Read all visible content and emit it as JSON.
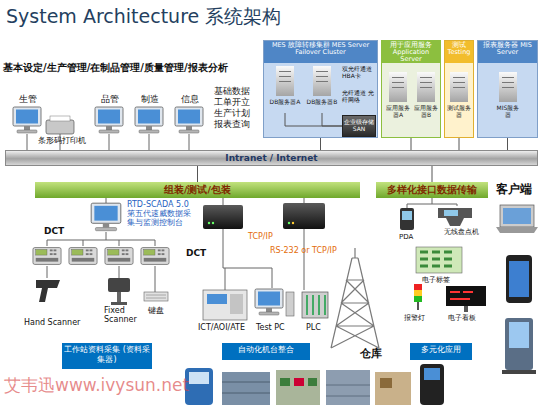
{
  "diagram": {
    "title": "System Architecture 系统架构",
    "nodes": [
      {
        "text": [
          "MES 故障转移集群 MES Server Failover Cluster"
        ]
      },
      {
        "text": [
          "DB服务器A"
        ],
        "in": 0
      },
      {
        "text": [
          "DB服务器B"
        ],
        "in": 0
      },
      {
        "text": [
          "企业级存储 SAN"
        ],
        "in": 0
      },
      {
        "text": [
          "用于应用服务 Application Server"
        ]
      },
      {
        "text": [
          "应用服务器A"
        ],
        "in": 4
      },
      {
        "text": [
          "应用服务器B"
        ],
        "in": 4
      },
      {
        "text": [
          "测试 Testing"
        ]
      },
      {
        "text": [
          "测试服务器"
        ],
        "in": 7
      },
      {
        "text": [
          "报表服务器 MIS Server"
        ]
      },
      {
        "text": [
          "MIS服务器"
        ],
        "in": 9
      },
      {
        "text": [
          "Intranet / Internet"
        ]
      },
      {
        "text": [
          "组装/测试/包装"
        ]
      },
      {
        "text": [
          "多样化接口数据传输"
        ]
      },
      {
        "text": [
          "工作站资料采集 (资料采集器)"
        ]
      },
      {
        "text": [
          "自动化机台整合"
        ]
      },
      {
        "text": [
          "多元化应用"
        ]
      }
    ],
    "edges": [
      {
        "from": 1,
        "to": 3,
        "arrow": "none"
      },
      {
        "from": 2,
        "to": 3,
        "arrow": "none"
      },
      {
        "from": 0,
        "to": 11,
        "arrow": "none"
      },
      {
        "from": 4,
        "to": 11,
        "arrow": "none"
      },
      {
        "from": 7,
        "to": 11,
        "arrow": "none"
      },
      {
        "from": 9,
        "to": 11,
        "arrow": "none"
      },
      {
        "from": 11,
        "to": 12,
        "arrow": "none"
      },
      {
        "from": 11,
        "to": 13,
        "arrow": "none"
      }
    ],
    "labels": [
      "基本设定/生产管理/在制品管理/质量管理/报表分析",
      "生管",
      "品管",
      "制造",
      "信息",
      "条形码打印机",
      "基础数据 工单开立 生产计划 报表查询",
      "双光纤通道 HBA卡",
      "光纤通道 光纤网络",
      "客户端",
      "RTD-SCADA 5.0 第五代速威数据采 集与监测控制台",
      "DCT",
      "DCT",
      "TCP/IP",
      "RS-232 or TCP/IP",
      "Hand Scanner",
      "Fixed Scanner",
      "键盘",
      "ICT/AOI/ATE",
      "Test PC",
      "PLC",
      "仓库",
      "PDA",
      "无线盘点机",
      "电子标签",
      "报警灯",
      "电子看板",
      "艾韦迅www.ivysun.net"
    ]
  }
}
